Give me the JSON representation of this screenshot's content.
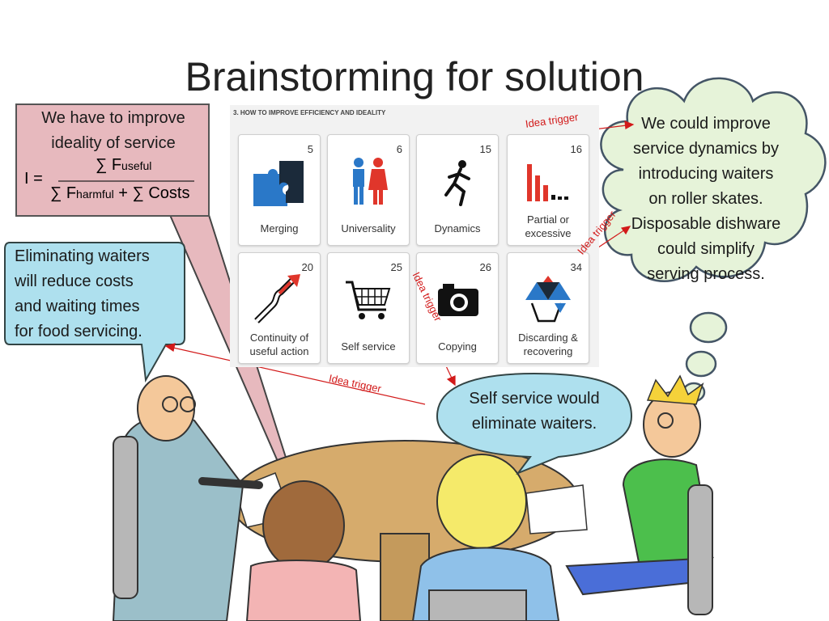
{
  "title": "Brainstorming for solution",
  "ideality_box": {
    "line1": "We have to improve",
    "line2": "ideality of service",
    "lhs": "I =",
    "num_prefix": "∑ F",
    "num_sub": "useful",
    "den_prefix": "∑ F",
    "den_sub": "harmful",
    "den_suffix": "+ ∑ Costs"
  },
  "elim_bubble": [
    "Eliminating waiters",
    "will reduce costs",
    "and waiting times",
    "for food servicing."
  ],
  "thought_cloud": [
    "We could improve",
    "service dynamics by",
    "introducing waiters",
    "on roller skates.",
    "Disposable dishware",
    "could simplify",
    "serving process."
  ],
  "self_bubble": [
    "Self service would",
    "eliminate waiters."
  ],
  "grid": {
    "header": "3. HOW TO IMPROVE EFFICIENCY AND IDEALITY",
    "cards": [
      {
        "num": "5",
        "label": "Merging",
        "icon": "puzzle-icon"
      },
      {
        "num": "6",
        "label": "Universality",
        "icon": "people-icon"
      },
      {
        "num": "15",
        "label": "Dynamics",
        "icon": "runner-icon"
      },
      {
        "num": "16",
        "label": "Partial or\nexcessive",
        "icon": "bars-icon"
      },
      {
        "num": "20",
        "label": "Continuity of\nuseful action",
        "icon": "arrow-icon"
      },
      {
        "num": "25",
        "label": "Self service",
        "icon": "cart-icon"
      },
      {
        "num": "26",
        "label": "Copying",
        "icon": "camera-icon"
      },
      {
        "num": "34",
        "label": "Discarding &\nrecovering",
        "icon": "triangles-icon"
      }
    ]
  },
  "triggers": {
    "t1": "Idea trigger",
    "t2": "Idea trigger",
    "t3": "Idea trigger",
    "t4": "Idea trigger"
  },
  "colors": {
    "ideality_fill": "#e7b9be",
    "bubble_fill": "#aee0ee",
    "cloud_fill": "#e6f3d9",
    "trigger_red": "#d21a1a",
    "table": "#d6ab6c"
  }
}
